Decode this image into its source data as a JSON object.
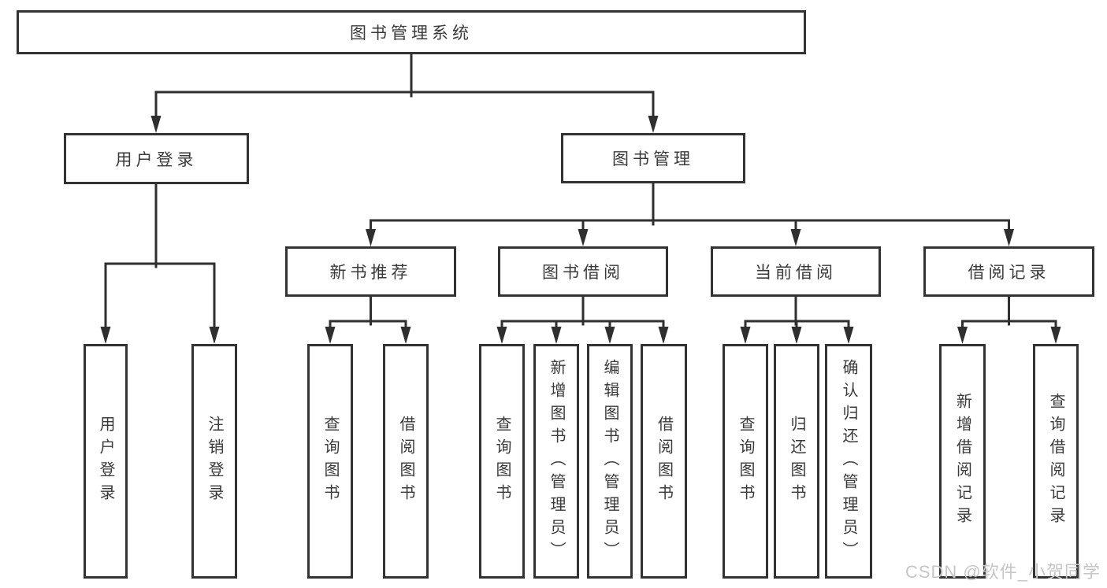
{
  "tree": {
    "label": "图书管理系统",
    "children": [
      {
        "label": "用户登录",
        "children": [
          {
            "label": "用户登录"
          },
          {
            "label": "注销登录"
          }
        ]
      },
      {
        "label": "图书管理",
        "children": [
          {
            "label": "新书推荐",
            "children": [
              {
                "label": "查询图书"
              },
              {
                "label": "借阅图书"
              }
            ]
          },
          {
            "label": "图书借阅",
            "children": [
              {
                "label": "查询图书"
              },
              {
                "label": "新增图书（管理员）"
              },
              {
                "label": "编辑图书（管理员）"
              },
              {
                "label": "借阅图书"
              }
            ]
          },
          {
            "label": "当前借阅",
            "children": [
              {
                "label": "查询图书"
              },
              {
                "label": "归还图书"
              },
              {
                "label": "确认归还（管理员）"
              }
            ]
          },
          {
            "label": "借阅记录",
            "children": [
              {
                "label": "新增借阅记录"
              },
              {
                "label": "查询借阅记录"
              }
            ]
          }
        ]
      }
    ]
  },
  "watermark": {
    "text": "CSDN @软件_小贺同学"
  },
  "colors": {
    "line": "#2f2f2f",
    "box_border": "#333333",
    "text": "#3a3a3a",
    "watermark": "#c6c6c6",
    "background": "#ffffff"
  }
}
